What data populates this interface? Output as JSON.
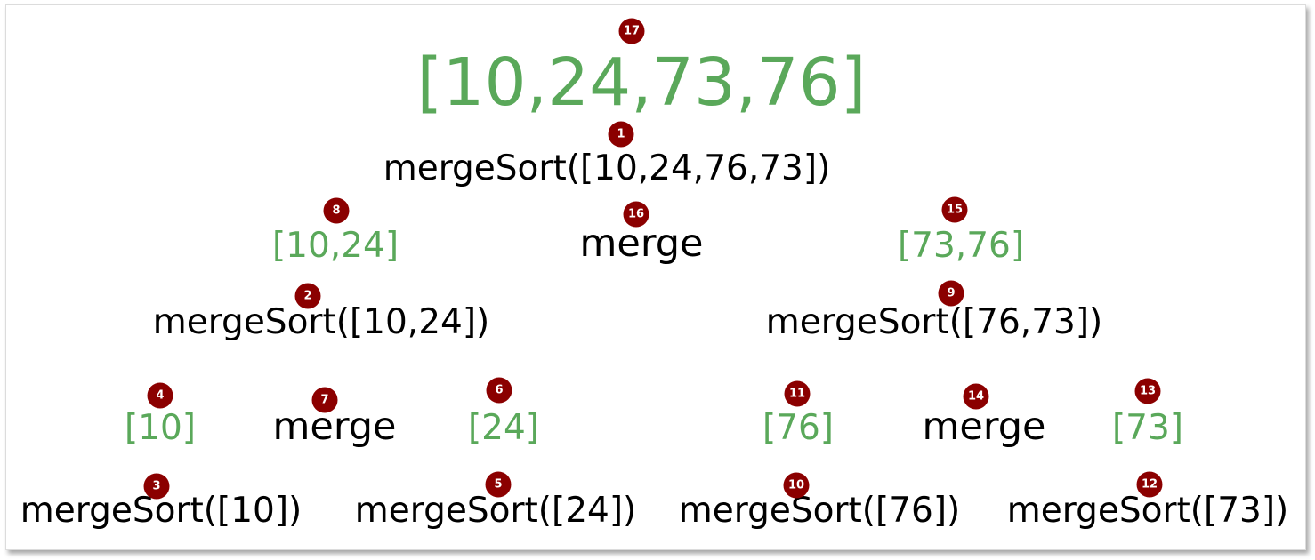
{
  "colors": {
    "call": "#000000",
    "result": "#5aa85a",
    "badge": "#8b0000"
  },
  "nodes": {
    "root_result": "[10,24,73,76]",
    "root_call": "mergeSort([10,24,76,73])",
    "root_merge": "merge",
    "left_result": "[10,24]",
    "right_result": "[73,76]",
    "left_call": "mergeSort([10,24])",
    "right_call": "mergeSort([76,73])",
    "ll_result": "[10]",
    "left_merge": "merge",
    "lr_result": "[24]",
    "rl_result": "[76]",
    "right_merge": "merge",
    "rr_result": "[73]",
    "ll_call": "mergeSort([10])",
    "lr_call": "mergeSort([24])",
    "rl_call": "mergeSort([76])",
    "rr_call": "mergeSort([73])"
  },
  "steps": {
    "s1": "1",
    "s2": "2",
    "s3": "3",
    "s4": "4",
    "s5": "5",
    "s6": "6",
    "s7": "7",
    "s8": "8",
    "s9": "9",
    "s10": "10",
    "s11": "11",
    "s12": "12",
    "s13": "13",
    "s14": "14",
    "s15": "15",
    "s16": "16",
    "s17": "17"
  }
}
